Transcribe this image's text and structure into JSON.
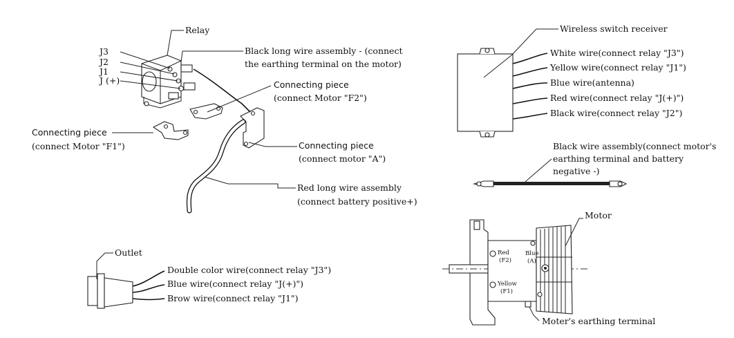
{
  "relay": {
    "title": "Relay",
    "terminals": [
      "J3",
      "J2",
      "J1",
      "J (+)"
    ],
    "black_long_wire_line1": "Black long wire assembly - (connect",
    "black_long_wire_line2": "the earthing terminal on the motor)",
    "connecting_piece_f2_title": "Connecting piece",
    "connecting_piece_f2_sub": "(connect Motor \"F2\")",
    "connecting_piece_f1_title": "Connecting piece",
    "connecting_piece_f1_sub": "(connect Motor \"F1\")",
    "connecting_piece_a_title": "Connecting piece",
    "connecting_piece_a_sub": "(connect motor \"A\")",
    "red_long_wire_line1": "Red long wire assembly",
    "red_long_wire_line2": "(connect battery positive+)"
  },
  "receiver": {
    "title": "Wireless switch receiver",
    "wires": [
      "White wire(connect relay \"J3\")",
      "Yellow wire(connect relay \"J1\")",
      "Blue wire(antenna)",
      "Red wire(connect relay \"J(+)\")",
      "Black wire(connect relay \"J2\")"
    ]
  },
  "black_wire_assembly": {
    "line1": "Black wire assembly(connect motor's",
    "line2": "earthing terminal and battery",
    "line3": "negative -)"
  },
  "outlet": {
    "title": "Outlet",
    "wires": [
      "Double color wire(connect relay \"J3\")",
      "Blue wire(connect relay \"J(+)\")",
      "Brow wire(connect relay \"J1\")"
    ]
  },
  "motor": {
    "title": "Motor",
    "red_label": "Red",
    "red_code": "(F2)",
    "blue_label": "Blue",
    "blue_code": "(A)",
    "yellow_label": "Yellow",
    "yellow_code": "(F1)",
    "earthing_terminal": "Moter's earthing terminal"
  }
}
